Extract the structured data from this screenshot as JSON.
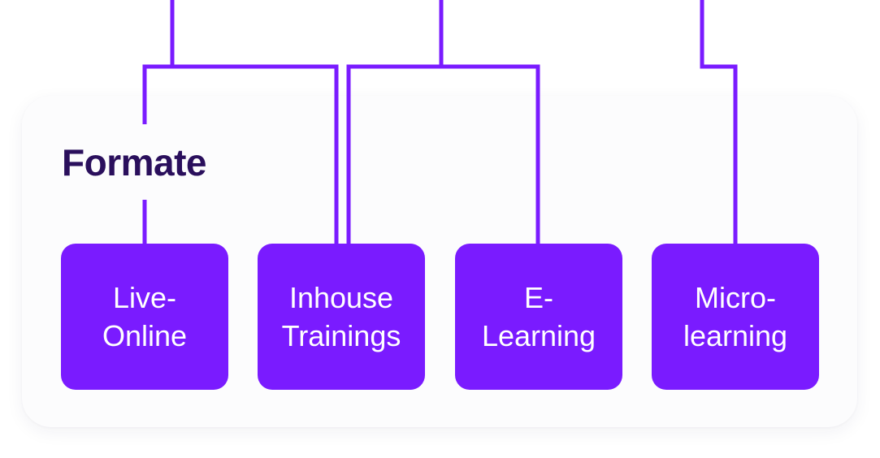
{
  "section": {
    "title": "Formate"
  },
  "cards": [
    {
      "label": "Live-\nOnline"
    },
    {
      "label": "Inhouse\nTrainings"
    },
    {
      "label": "E-\nLearning"
    },
    {
      "label": "Micro-\nlearning"
    }
  ],
  "colors": {
    "accent": "#7a1bff",
    "title": "#2a0f5c",
    "panel": "#fcfcfd",
    "background": "#ffffff"
  }
}
